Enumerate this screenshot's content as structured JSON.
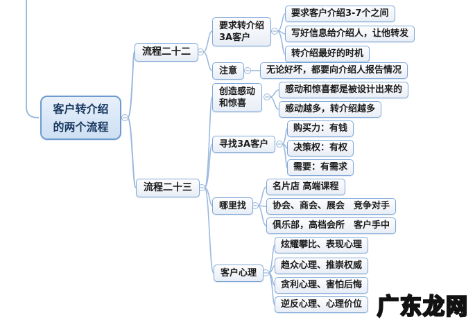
{
  "mindmap": {
    "root": {
      "line1": "客户转介绍",
      "line2": "的两个流程"
    },
    "branches": [
      {
        "label": "流程二十二",
        "children": [
          {
            "line1": "要求转介绍",
            "line2": "3A客户",
            "items": [
              "要求客户介绍3-7个之间",
              "写好信息给介绍人，让他转发",
              "转介绍最好的时机"
            ]
          },
          {
            "label": "注意",
            "items": [
              "无论好坏，都要向介绍人报告情况"
            ]
          }
        ]
      },
      {
        "label": "流程二十三",
        "children": [
          {
            "line1": "创造感动",
            "line2": "和惊喜",
            "items": [
              "感动和惊喜都是被设计出来的",
              "感动越多，转介绍越多"
            ]
          },
          {
            "label": "寻找3A客户",
            "items": [
              "购买力：有钱",
              "决策权：有权",
              "需要：有需求"
            ]
          },
          {
            "label": "哪里找",
            "items": [
              "名片店 高端课程",
              "协会、商会、展会　竞争对手",
              "俱乐部，高档会所　客户手中"
            ]
          },
          {
            "label": "客户心理",
            "items": [
              "炫耀攀比、表现心理",
              "趋众心理、推崇权威",
              "贪利心理、害怕后悔",
              "逆反心理、心理价位"
            ]
          }
        ]
      }
    ],
    "watermark": "广东龙网",
    "colors": {
      "connector": "#9cb9de",
      "node_border": "#7da6d8",
      "root_border": "#6d9bce",
      "root_fill": "#d8e7f7",
      "root_text": "#17365e",
      "leaf_fill": "#eff2f8",
      "text": "#1a1a1a",
      "watermark_fill": "#ffffff",
      "watermark_outline": "#121212"
    }
  }
}
